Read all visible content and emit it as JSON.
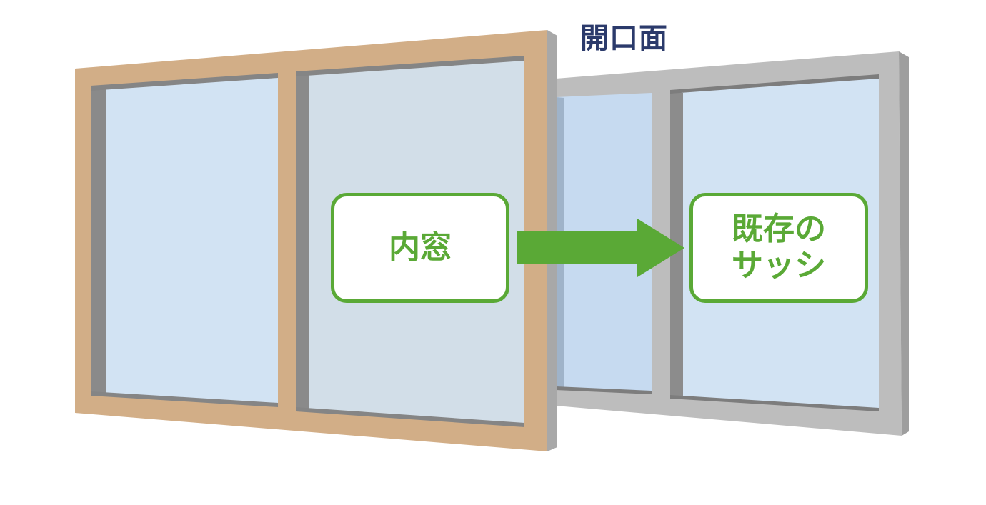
{
  "opening_label": "開口面",
  "inner_window": {
    "label": "内窓"
  },
  "existing_sash": {
    "label_lines": [
      "既存の",
      "サッシ"
    ]
  },
  "colors": {
    "inner_frame": "#d2ae87",
    "inner_frame_side": "#8a8a8a",
    "existing_frame": "#b9b9b9",
    "existing_frame_side": "#9a9a9a",
    "glass": "#cfe2f3",
    "glass_deep": "#a9c9ea",
    "accent_green": "#5aa936",
    "label_navy": "#2b3a6b"
  }
}
